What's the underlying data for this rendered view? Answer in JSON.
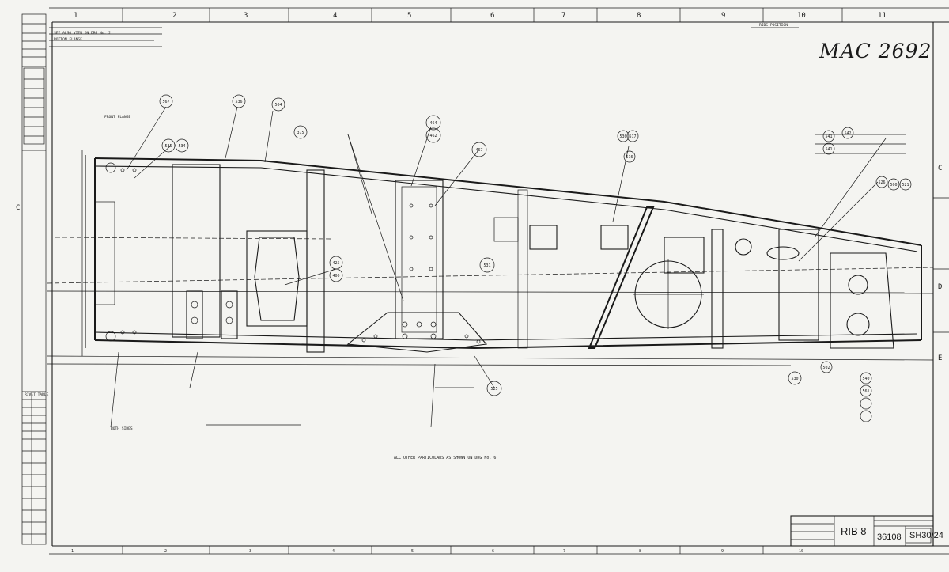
{
  "drawing": {
    "handwritten_ref": "MAC 2692",
    "title": "RIB 8",
    "drawing_number": "36108",
    "sheet_number": "SH30/24"
  },
  "grid": {
    "top_columns": [
      "1",
      "2",
      "3",
      "4",
      "5",
      "6",
      "7",
      "8",
      "9",
      "10",
      "11"
    ],
    "bottom_columns": [
      "1",
      "2",
      "3",
      "4",
      "5",
      "6",
      "7",
      "8",
      "9",
      "10"
    ],
    "row_letters": [
      "C",
      "D",
      "E"
    ]
  },
  "callouts": [
    "567",
    "535",
    "534",
    "536",
    "504",
    "375",
    "425",
    "400",
    "464",
    "462",
    "467",
    "531",
    "525",
    "530",
    "517",
    "516",
    "541",
    "542",
    "541",
    "526",
    "500",
    "521",
    "530",
    "502",
    "540",
    "561"
  ],
  "notes": {
    "ribs_position": "RIBS POSITION",
    "rivet_table": "RIVET TABLE",
    "bottom_note": "ALL OTHER PARTICULARS AS SHOWN ON DRG No. 6",
    "upper_left_note_1": "SEE ALSO VIEW ON DRG No. 2",
    "upper_left_note_2": "BOTTOM FLANGE",
    "front_flange": "FRONT FLANGE",
    "both_sides": "BOTH SIDES"
  }
}
